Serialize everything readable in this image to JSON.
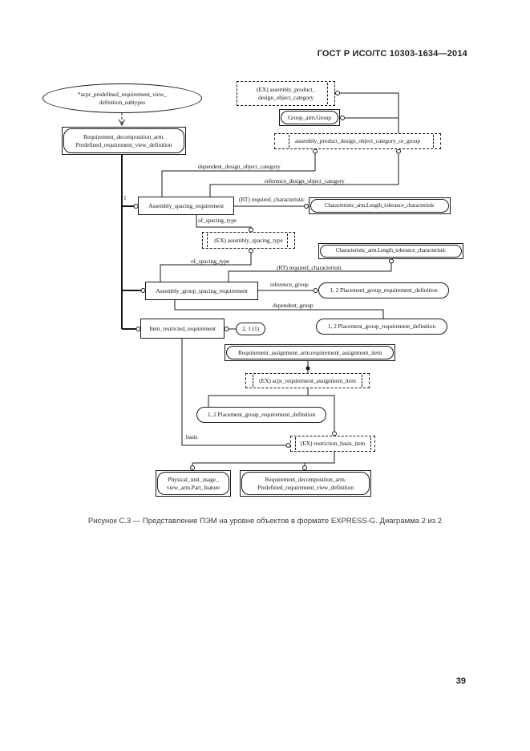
{
  "page": {
    "header": "ГОСТ Р ИСО/ТС 10303-1634—2014",
    "caption": "Рисунок С.3 — Представление ПЭМ на уровне объектов в формате EXPRESS-G. Диаграмма 2 из 2",
    "page_number": "39"
  },
  "diagram": {
    "ink_color": "#1a1a1a",
    "nodes": {
      "subtypes_oval": {
        "line1": "*acpr_predefined_requirement_view_",
        "line2": "definition_subtypes"
      },
      "req_decomp_top": {
        "line1": "Requirement_decomposition_arm.",
        "line2": "Predefined_requirement_view_definition"
      },
      "assembly_product_category": {
        "line1": "(EX) assembly_product_",
        "line2": "design_object_category"
      },
      "group": {
        "text": "Group_arm.Group"
      },
      "or_group": {
        "text": "assembly_product_design_object_category_or_group"
      },
      "assembly_spacing": {
        "text": "Assembly_spacing_requirement"
      },
      "characteristic": {
        "text": "Characteristic_arm.Length_tolerance_characteristic"
      },
      "spacing_type": {
        "text": "(EX) assembly_spacing_type"
      },
      "assembly_group_spacing": {
        "text": "Assembly_group_spacing_requirement"
      },
      "placement_group": {
        "text": "1, 2 Placement_group_requirement_definition"
      },
      "item_restricted": {
        "text": "Item_restricted_requirement"
      },
      "page_ref": {
        "text": "2, 1 (1)"
      },
      "req_assignment": {
        "text": "Requirement_assignment_arm.requirement_assignment_item"
      },
      "acpr_assignment_item": {
        "text": "(EX) acpr_requirement_assignment_item"
      },
      "restriction_basis": {
        "text": "(EX) restriction_basis_item"
      },
      "physical_unit": {
        "line1": "Physical_unit_usage_",
        "line2": "view_arm.Part_feature"
      },
      "req_decomp_bottom": {
        "line1": "Requirement_decomposition_arm.",
        "line2": "Predefined_requirement_view_definition"
      }
    },
    "edge_labels": {
      "dependent_design_object_category": "dependent_design_object_category",
      "reference_design_object_category": "reference_design_object_category",
      "required_characteristic": "(RT) required_characteristic",
      "of_spacing_type": "of_spacing_type",
      "reference_group": "reference_group",
      "dependent_group": "dependent_group",
      "basis": "basis",
      "cardinality_one": "1"
    }
  }
}
